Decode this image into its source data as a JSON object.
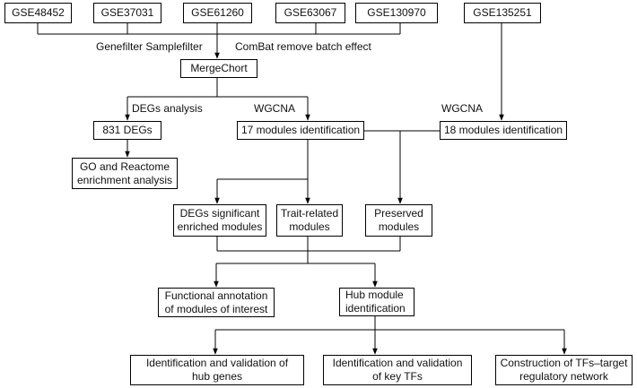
{
  "datasets": [
    "GSE48452",
    "GSE37031",
    "GSE61260",
    "GSE63067",
    "GSE130970"
  ],
  "validation_dataset": "GSE135251",
  "labels": {
    "genefilter": "Genefilter Samplefilter",
    "combat": "ComBat remove batch effect",
    "degs_analysis": "DEGs analysis",
    "wgcna_left": "WGCNA",
    "wgcna_right": "WGCNA"
  },
  "steps": {
    "merge": "MergeChort",
    "degs": "831 DEGs",
    "go_line1": "GO and Reactome",
    "go_line2": "enrichment analysis",
    "modules17": "17 modules identification",
    "modules18": "18 modules identification",
    "degs_sig_line1": "DEGs significant",
    "degs_sig_line2": "enriched modules",
    "trait_line1": "Trait-related",
    "trait_line2": "modules",
    "preserved_line1": "Preserved",
    "preserved_line2": "modules",
    "functional_line1": "Functional annotation",
    "functional_line2": "of modules of interest",
    "hub_line1": "Hub module",
    "hub_line2": "identification",
    "hubgenes_line1": "Identification and validation of",
    "hubgenes_line2": "hub genes",
    "keytfs_line1": "Identification and validation",
    "keytfs_line2": "of  key TFs",
    "network_line1": "Construction of TFs–target",
    "network_line2": "regulatory network"
  }
}
